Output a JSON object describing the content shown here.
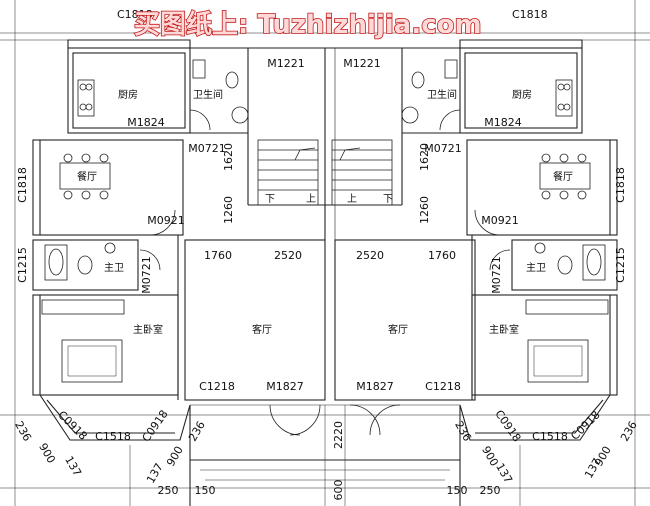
{
  "watermark": "买图纸上: Tuzhizhijia.com",
  "rooms": {
    "kitchen_left": "厨房",
    "kitchen_right": "厨房",
    "bath_left": "卫生间",
    "bath_right": "卫生间",
    "dining_left": "餐厅",
    "dining_right": "餐厅",
    "master_bath_left": "主卫",
    "master_bath_right": "主卫",
    "master_bed_left": "主卧室",
    "master_bed_right": "主卧室",
    "living_left": "客厅",
    "living_right": "客厅"
  },
  "stairs": {
    "down_left": "下",
    "up_left": "上",
    "up_right": "上",
    "down_right": "下"
  },
  "tags": {
    "c1818_top_left": "C1818",
    "c1818_top_right": "C1818",
    "m1221_left": "M1221",
    "m1221_right": "M1221",
    "m1824_left": "M1824",
    "m1824_right": "M1824",
    "m0721_kitchen_left": "M0721",
    "m0721_kitchen_right": "M0721",
    "c1818_side_left": "C1818",
    "c1818_side_right": "C1818",
    "m0921_left": "M0921",
    "m0921_right": "M0921",
    "m0721_bath_left": "M0721",
    "m0721_bath_right": "M0721",
    "c1218_left": "C1218",
    "c1218_right": "C1218",
    "m1827_left": "M1827",
    "m1827_right": "M1827",
    "c0918_a": "C0918",
    "c0918_b": "C0918",
    "c0918_c": "C0918",
    "c0918_d": "C0918",
    "c1518_left": "C1518",
    "c1518_right": "C1518",
    "c1215_left": "C1215",
    "c1215_right": "C1215"
  },
  "dims": {
    "d1620_left": "1620",
    "d1620_right": "1620",
    "d1260_left": "1260",
    "d1260_right": "1260",
    "d1760_left": "1760",
    "d2520_left": "2520",
    "d2520_right": "2520",
    "d1760_right": "1760",
    "d236_a": "236",
    "d236_b": "236",
    "d236_c": "236",
    "d236_d": "236",
    "d900_a": "900",
    "d900_b": "900",
    "d900_c": "900",
    "d900_d": "900",
    "d137_a": "137",
    "d137_b": "137",
    "d137_c": "137",
    "d137_d": "137",
    "d2220": "2220",
    "d250_left": "250",
    "d150_left": "150",
    "d600": "600",
    "d150_right": "150",
    "d250_right": "250"
  }
}
